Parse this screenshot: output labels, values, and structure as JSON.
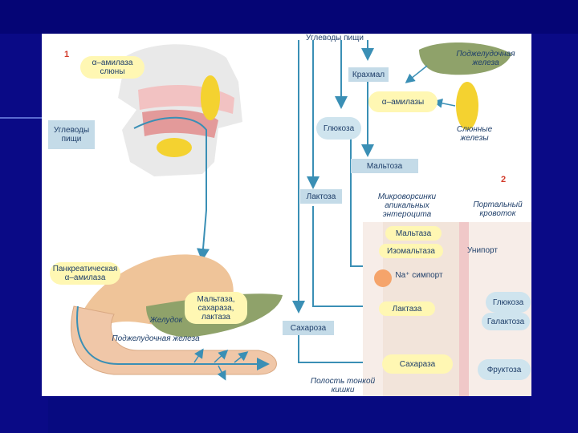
{
  "labels": {
    "n1": "1",
    "n2": "2",
    "saliva_amylase": "α–амилаза слюны",
    "food_carbs_left": "Углеводы пищи",
    "pancreatic_amylase": "Панкреатическая α–амилаза",
    "stomach": "Желудок",
    "pancreas": "Поджелудочная железа",
    "brush_enzymes": "Мальтаза, сахараза, лактаза",
    "food_carbs_top": "Углеводы пищи",
    "starch": "Крахмал",
    "pancreas_right": "Поджелудочная железа",
    "alpha_amylase": "α–амилазы",
    "glucose_top": "Глюкоза",
    "salivary_glands": "Слюнные железы",
    "maltose": "Мальтоза",
    "lactose": "Лактоза",
    "microvilli": "Микроворсинки апикальных энтероцита",
    "portal_vein": "Портальный кровоток",
    "maltase": "Мальтаза",
    "isomaltase": "Изомальтаза",
    "uniport": "Унипорт",
    "symport": "Na⁺ симпорт",
    "lactase": "Лактаза",
    "glucose": "Глюкоза",
    "galactose": "Галактоза",
    "sucrose": "Сахароза",
    "sucrase": "Сахараза",
    "fructose": "Фруктоза",
    "small_intestine": "Полость тонкой кишки"
  },
  "colors": {
    "background": "#0a0a86",
    "arrow": "#3a8fb5",
    "box": "#c4dbe8",
    "bubble": "#fff7b3"
  }
}
